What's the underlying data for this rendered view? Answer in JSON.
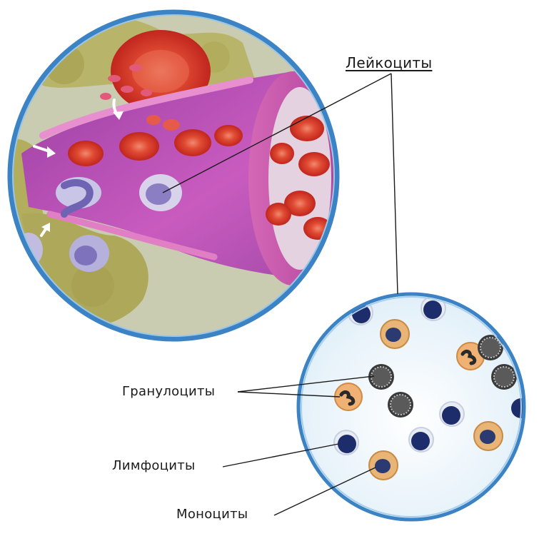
{
  "labels": {
    "main": "Лейкоциты",
    "granulocytes": "Гранулоциты",
    "lymphocytes": "Лимфоциты",
    "monocytes": "Моноциты"
  },
  "colors": {
    "circle_border": "#3b83c4",
    "vessel": "#b64fb4",
    "red_cell": "#d9322a",
    "tissue": "#b9b05a",
    "lymphocyte": "#1d2d6b",
    "monocyte_rim": "#d49b5a",
    "granulocyte": "#3a3a3a"
  },
  "icons": {
    "magnifier_main": "tissue-magnifier-icon",
    "magnifier_cells": "cell-sample-magnifier-icon"
  }
}
